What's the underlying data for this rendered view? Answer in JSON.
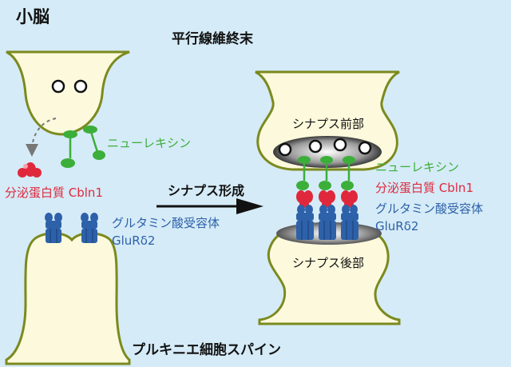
{
  "title": "小脳",
  "labels": {
    "parallel_fiber_terminal": "平行線維終末",
    "purkinje_spine": "プルキニエ細胞スパイン",
    "synapse_formation": "シナプス形成",
    "presynaptic": "シナプス前部",
    "postsynaptic": "シナプス後部",
    "neurexin_left": "ニューレキシン",
    "cbln1_left": "分泌蛋白質 Cbln1",
    "glur_left_line1": "グルタミン酸受容体",
    "glur_left_line2": "GluRδ2",
    "neurexin_right": "ニューレキシン",
    "cbln1_right": "分泌蛋白質 Cbln1",
    "glur_right_line1": "グルタミン酸受容体",
    "glur_right_line2": "GluRδ2"
  },
  "colors": {
    "background": "#d5ebf7",
    "cell_fill": "#fcf9dc",
    "cell_border": "#7b8a1e",
    "neurexin_green": "#3cae3a",
    "cbln1_red": "#e0283c",
    "receptor_blue": "#2d61a9",
    "text_black": "#111111"
  }
}
